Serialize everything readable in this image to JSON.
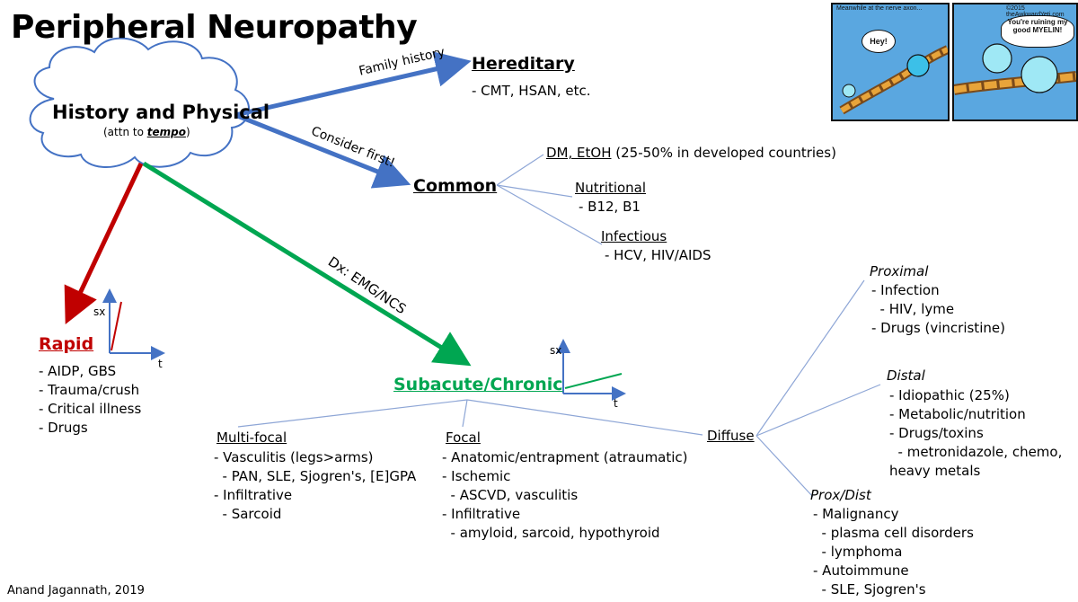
{
  "title": "Peripheral Neuropathy",
  "history": {
    "title": "History and Physical",
    "note_prefix": "(attn to ",
    "note_em": "tempo",
    "note_suffix": ")"
  },
  "edges": {
    "family_history": "Family history",
    "consider_first": "Consider first!",
    "dx": "Dx: EMG/NCS"
  },
  "hereditary": {
    "title": "Hereditary",
    "items": [
      "- CMT, HSAN, etc."
    ]
  },
  "common": {
    "title": "Common",
    "dm": {
      "label": "DM, EtOH",
      "rest": " (25-50% in developed countries)"
    },
    "nutritional": {
      "label": "Nutritional",
      "items": [
        "- B12, B1"
      ]
    },
    "infectious": {
      "label": "Infectious",
      "items": [
        "- HCV, HIV/AIDS"
      ]
    }
  },
  "rapid": {
    "title": "Rapid",
    "items": [
      "- AIDP, GBS",
      "- Trauma/crush",
      "- Critical illness",
      "- Drugs"
    ],
    "axis_y": "sx",
    "axis_x": "t"
  },
  "subacute": {
    "title": "Subacute/Chronic",
    "axis_y": "sx",
    "axis_x": "t"
  },
  "multifocal": {
    "label": "Multi-focal",
    "items": [
      "- Vasculitis (legs>arms)",
      "  - PAN, SLE, Sjogren's, [E]GPA",
      "- Infiltrative",
      "  - Sarcoid"
    ]
  },
  "focal": {
    "label": "Focal",
    "items": [
      "- Anatomic/entrapment (atraumatic)",
      "- Ischemic",
      "  - ASCVD, vasculitis",
      "- Infiltrative",
      "  - amyloid, sarcoid, hypothyroid"
    ]
  },
  "diffuse": {
    "label": "Diffuse"
  },
  "proximal": {
    "label": "Proximal",
    "items": [
      "- Infection",
      "  - HIV, lyme",
      "- Drugs (vincristine)"
    ]
  },
  "distal": {
    "label": "Distal",
    "items": [
      "- Idiopathic (25%)",
      "- Metabolic/nutrition",
      "- Drugs/toxins",
      "  - metronidazole, chemo,",
      "heavy metals"
    ]
  },
  "proxdist": {
    "label": "Prox/Dist",
    "items": [
      "- Malignancy",
      "  - plasma cell disorders",
      "  - lymphoma",
      "- Autoimmune",
      "  - SLE, Sjogren's"
    ]
  },
  "comic": {
    "header": "Meanwhile at the nerve axon...",
    "copyright": "©2015 theAwkwardYeti.com",
    "bubble1": "Hey!",
    "bubble2": "You're ruining my good MYELIN!"
  },
  "footer": "Anand Jagannath, 2019",
  "colors": {
    "blue": "#4472c4",
    "green": "#00a651",
    "red": "#c00000",
    "thin": "#8ea6d6",
    "comic_bg": "#5aa7e0"
  }
}
